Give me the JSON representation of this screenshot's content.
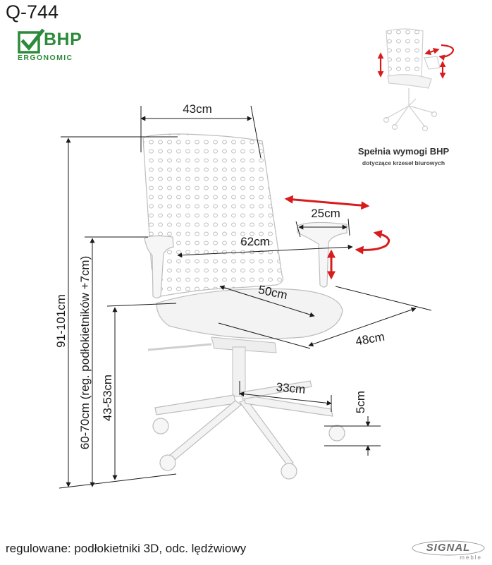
{
  "model": "Q-744",
  "logo": {
    "text": "BHP",
    "subtext": "ERGONOMIC"
  },
  "bhp_note": {
    "title": "Spełnia wymogi BHP",
    "subtitle": "dotyczące krzeseł biurowych"
  },
  "dimensions": {
    "back_width": "43cm",
    "armrest_depth": "25cm",
    "armrest_span": "62cm",
    "seat_depth": "50cm",
    "seat_width": "48cm",
    "base_radius": "33cm",
    "wheel_height": "5cm",
    "total_height": "91-101cm",
    "armrest_height": "60-70cm (reg. podłokietników +7cm)",
    "seat_height": "43-53cm"
  },
  "footer_text": "regulowane: podłokietniki 3D, odc. lędźwiowy",
  "brand": {
    "name": "SIGNAL",
    "sub": "meble"
  },
  "colors": {
    "logo_green": "#2d8a3a",
    "arrow_red": "#d81c1c",
    "line": "#1a1a1a"
  },
  "icons": [
    "check-icon",
    "chair-icon",
    "adjust-arrow-icon"
  ]
}
